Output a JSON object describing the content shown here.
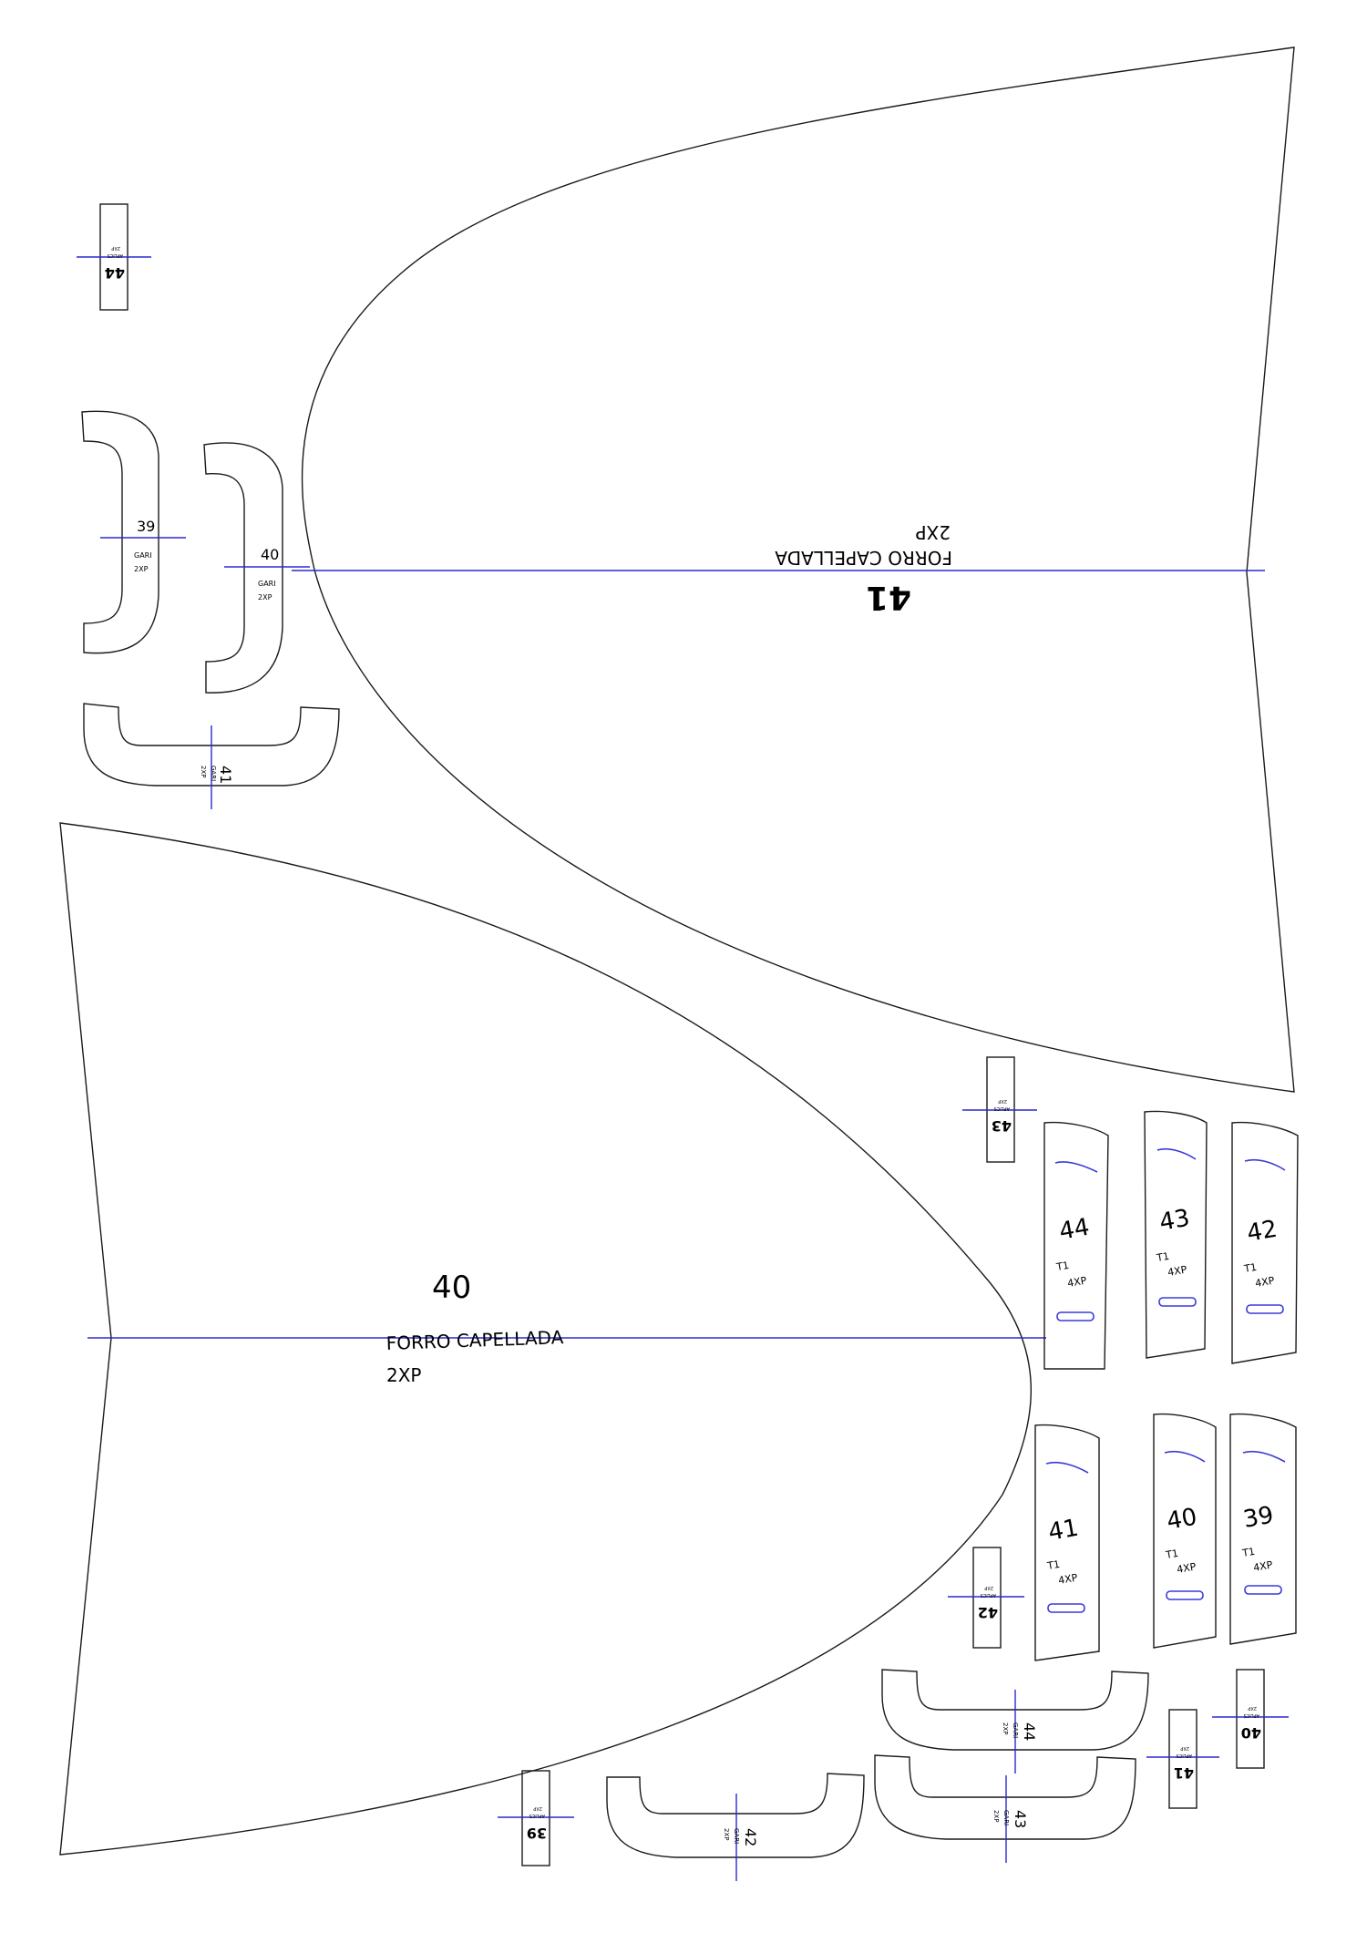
{
  "colors": {
    "outline": "#1a1a1a",
    "axis_line": "#2a2ad0",
    "slot": "#3a3ad8",
    "background": "#ffffff"
  },
  "forro_capellada": [
    {
      "size": "40",
      "name": "FORRO CAPELLADA",
      "qty": "2XP"
    },
    {
      "size": "41",
      "name": "FORRO CAPELLADA",
      "qty": "2XP"
    }
  ],
  "gari_pieces": [
    {
      "size": "39",
      "name": "GARI",
      "qty": "2XP"
    },
    {
      "size": "40",
      "name": "GARI",
      "qty": "2XP"
    },
    {
      "size": "41",
      "name": "GARI",
      "qty": "2XP"
    },
    {
      "size": "42",
      "name": "GARI",
      "qty": "2XP"
    },
    {
      "size": "43",
      "name": "GARI",
      "qty": "2XP"
    },
    {
      "size": "44",
      "name": "GARI",
      "qty": "2XP"
    }
  ],
  "aplics_pieces": [
    {
      "size": "39",
      "name": "APLICS",
      "qty": "2XP"
    },
    {
      "size": "40",
      "name": "APLICS",
      "qty": "2XP"
    },
    {
      "size": "41",
      "name": "APLICS",
      "qty": "2XP"
    },
    {
      "size": "42",
      "name": "APLICS",
      "qty": "2XP"
    },
    {
      "size": "43",
      "name": "APLICS",
      "qty": "2XP"
    },
    {
      "size": "44",
      "name": "APLICS",
      "qty": "2XP"
    }
  ],
  "t1_pieces": [
    {
      "size": "39",
      "name": "T1",
      "qty": "4XP"
    },
    {
      "size": "40",
      "name": "T1",
      "qty": "4XP"
    },
    {
      "size": "41",
      "name": "T1",
      "qty": "4XP"
    },
    {
      "size": "42",
      "name": "T1",
      "qty": "4XP"
    },
    {
      "size": "43",
      "name": "T1",
      "qty": "4XP"
    },
    {
      "size": "44",
      "name": "T1",
      "qty": "4XP"
    }
  ]
}
